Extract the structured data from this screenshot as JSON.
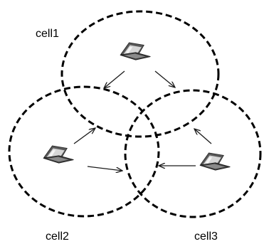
{
  "diagram": {
    "cells": [
      {
        "id": "cell1",
        "label": "cell1"
      },
      {
        "id": "cell2",
        "label": "cell2"
      },
      {
        "id": "cell3",
        "label": "cell3"
      }
    ],
    "nodes": [
      {
        "id": "laptop-cell1",
        "cell": "cell1",
        "icon": "laptop-icon"
      },
      {
        "id": "laptop-cell2",
        "cell": "cell2",
        "icon": "laptop-icon"
      },
      {
        "id": "laptop-cell3",
        "cell": "cell3",
        "icon": "laptop-icon"
      }
    ],
    "links": [
      {
        "from": "laptop-cell1",
        "to": "cell2",
        "direction": "outgoing"
      },
      {
        "from": "laptop-cell1",
        "to": "cell3",
        "direction": "outgoing"
      },
      {
        "from": "laptop-cell2",
        "to": "cell1",
        "direction": "outgoing"
      },
      {
        "from": "laptop-cell2",
        "to": "cell3",
        "direction": "outgoing"
      },
      {
        "from": "laptop-cell3",
        "to": "cell1",
        "direction": "outgoing"
      },
      {
        "from": "laptop-cell3",
        "to": "cell2",
        "direction": "outgoing"
      }
    ],
    "style": {
      "circle_stroke": "#000000",
      "arrow_color": "#1a1a1a",
      "laptop_color": "#4a4a4a"
    }
  }
}
